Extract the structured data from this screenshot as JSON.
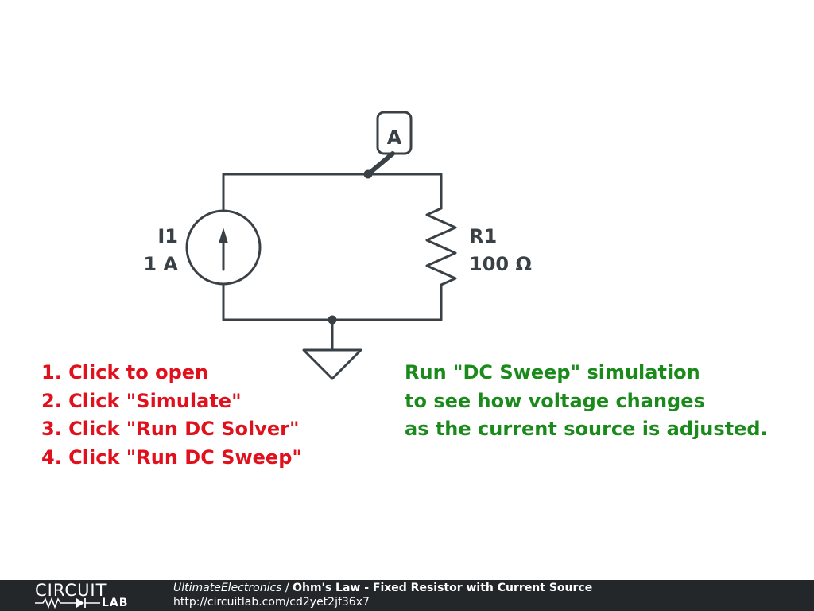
{
  "diagram": {
    "probe_label": "A",
    "source": {
      "name": "I1",
      "value": "1 A"
    },
    "resistor": {
      "name": "R1",
      "value": "100 Ω"
    }
  },
  "instructions": [
    "1. Click to open",
    "2. Click \"Simulate\"",
    "3. Click \"Run DC Solver\"",
    "4. Click \"Run DC Sweep\""
  ],
  "note": [
    "Run \"DC Sweep\" simulation",
    "to see how voltage changes",
    "as the current source is adjusted."
  ],
  "footer": {
    "logo_top": "CIRCUIT",
    "logo_bottom": "LAB",
    "author": "UltimateElectronics",
    "separator": " / ",
    "title": "Ohm's Law - Fixed Resistor with Current Source",
    "url": "http://circuitlab.com/cd2yet2jf36x7"
  },
  "colors": {
    "wire": "#3a4146",
    "instructions": "#e0101c",
    "note": "#1a8a1a",
    "footer_bg": "#23272a"
  }
}
